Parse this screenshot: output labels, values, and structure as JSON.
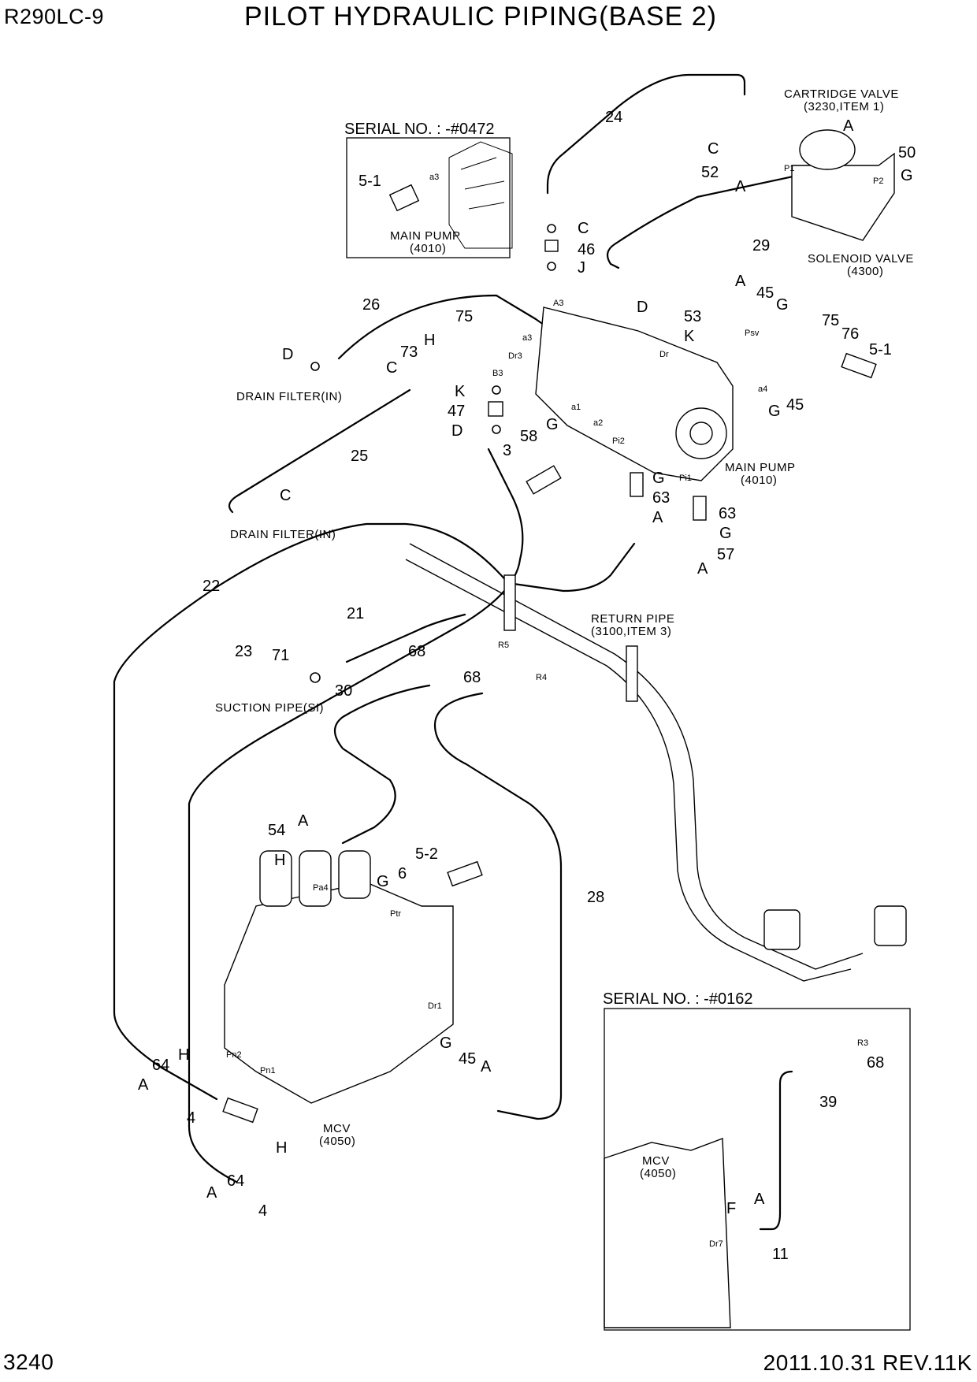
{
  "header": {
    "model": "R290LC-9",
    "title": "PILOT HYDRAULIC PIPING(BASE 2)"
  },
  "footer": {
    "page": "3240",
    "revision": "2011.10.31  REV.11K"
  },
  "insets": {
    "top": {
      "serial": "SERIAL NO. : -#0472",
      "label": "MAIN PUMP",
      "code": "(4010)",
      "part": "5-1",
      "port": "a3"
    },
    "bottom": {
      "serial": "SERIAL NO. : -#0162",
      "label": "MCV",
      "code": "(4050)"
    }
  },
  "labels": {
    "cartridge_valve": "CARTRIDGE VALVE",
    "cartridge_valve_code": "(3230,ITEM 1)",
    "solenoid_valve": "SOLENOID VALVE",
    "solenoid_valve_code": "(4300)",
    "main_pump": "MAIN PUMP",
    "main_pump_code": "(4010)",
    "drain_filter_1": "DRAIN FILTER(IN)",
    "drain_filter_2": "DRAIN FILTER(IN)",
    "return_pipe": "RETURN PIPE",
    "return_pipe_code": "(3100,ITEM 3)",
    "suction_pipe": "SUCTION PIPE(SI)",
    "mcv": "MCV",
    "mcv_code": "(4050)"
  },
  "callouts": [
    "24",
    "C",
    "52",
    "A",
    "50",
    "G",
    "P1",
    "P2",
    "A",
    "29",
    "C",
    "46",
    "J",
    "A",
    "45",
    "G",
    "Psv",
    "26",
    "75",
    "D",
    "53",
    "K",
    "75",
    "76",
    "5-1",
    "D",
    "H",
    "73",
    "a3",
    "Dr3",
    "Dr",
    "C",
    "B3",
    "K",
    "47",
    "D",
    "a1",
    "a2",
    "a4",
    "G",
    "45",
    "25",
    "C",
    "3",
    "58",
    "G",
    "Pi2",
    "G",
    "63",
    "Pi1",
    "A",
    "63",
    "G",
    "57",
    "A",
    "22",
    "21",
    "23",
    "71",
    "68",
    "R5",
    "68",
    "R4",
    "30",
    "54",
    "A",
    "H",
    "5-2",
    "6",
    "G",
    "Pa4",
    "Ptr",
    "28",
    "Dr1",
    "G",
    "45",
    "A",
    "H",
    "64",
    "A",
    "Pn2",
    "Pn1",
    "4",
    "H",
    "64",
    "A",
    "4",
    "A3",
    "68",
    "R3",
    "39",
    "A",
    "F",
    "Dr7",
    "11"
  ]
}
